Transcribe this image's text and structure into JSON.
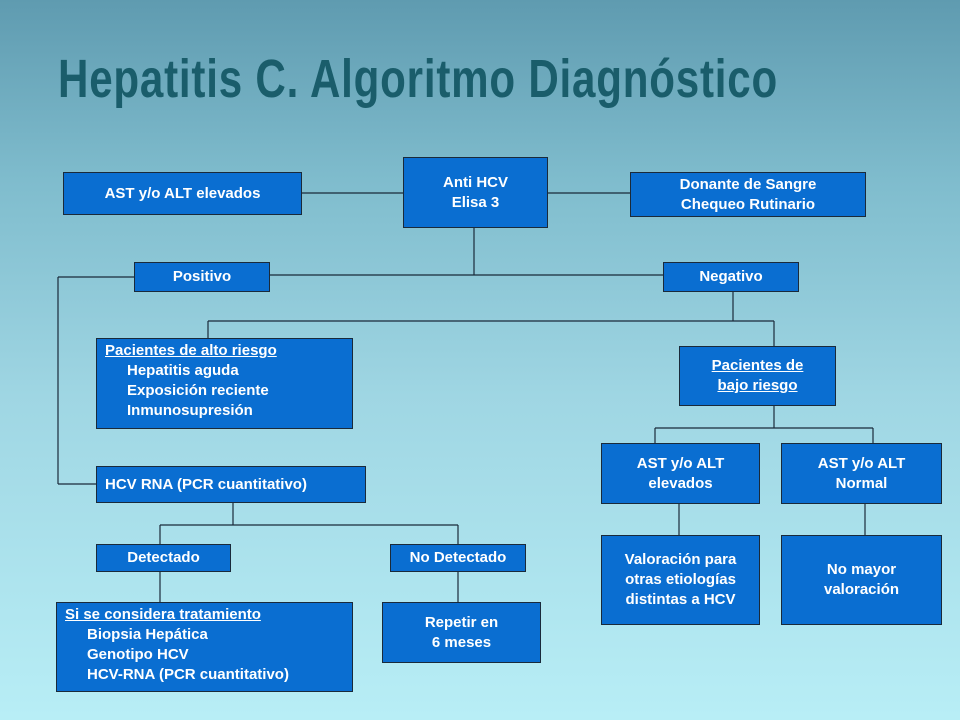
{
  "title": "Hepatitis C. Algoritmo Diagnóstico",
  "nodes": {
    "anti_hcv": [
      "Anti HCV",
      "Elisa 3"
    ],
    "ast_alt_elevados_top": "AST y/o ALT elevados",
    "donante": [
      "Donante de Sangre",
      "Chequeo Rutinario"
    ],
    "positivo": "Positivo",
    "negativo": "Negativo",
    "alto_riesgo": {
      "heading": "Pacientes de alto riesgo",
      "items": [
        "Hepatitis aguda",
        "Exposición reciente",
        "Inmunosupresión"
      ]
    },
    "bajo_riesgo": [
      "Pacientes de",
      "bajo riesgo"
    ],
    "hcv_rna": "HCV RNA (PCR cuantitativo)",
    "ast_alt_elevados": [
      "AST y/o ALT",
      "elevados"
    ],
    "ast_alt_normal": [
      "AST y/o ALT",
      "Normal"
    ],
    "detectado": "Detectado",
    "no_detectado": "No Detectado",
    "valoracion": [
      "Valoración para",
      "otras etiologías",
      "distintas a HCV"
    ],
    "no_mayor": [
      "No mayor",
      "valoración"
    ],
    "tratamiento": {
      "heading": "Si se considera tratamiento",
      "items": [
        "Biopsia Hepática",
        "Genotipo HCV",
        "HCV-RNA (PCR cuantitativo)"
      ]
    },
    "repetir": [
      "Repetir en",
      "6 meses"
    ]
  },
  "colors": {
    "box_fill": "#0a6ed1",
    "box_border": "#1a2a3a",
    "title": "#1a5d6b",
    "connector": "#1a2a3a"
  }
}
